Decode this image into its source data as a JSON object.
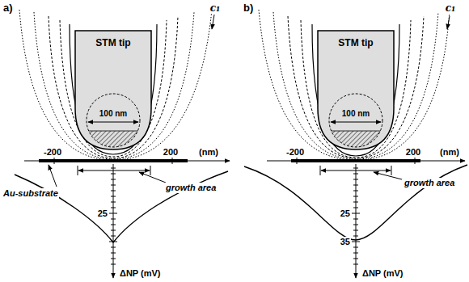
{
  "diagram": {
    "nodes": [
      {
        "text": [
          "STM tip"
        ]
      },
      {
        "text": [
          "100 nm"
        ],
        "in": 0
      },
      {
        "text": [
          "STM tip"
        ]
      },
      {
        "text": [
          "100 nm"
        ],
        "in": 2
      }
    ],
    "labels": [
      "a)",
      "c₁",
      "-200",
      "200",
      "(nm)",
      "Au-substrate",
      "growth area",
      "25",
      "ΔNP (mV)",
      "b)",
      "c₁",
      "-200",
      "200",
      "(nm)",
      "growth area",
      "25",
      "35",
      "ΔNP (mV)"
    ]
  }
}
